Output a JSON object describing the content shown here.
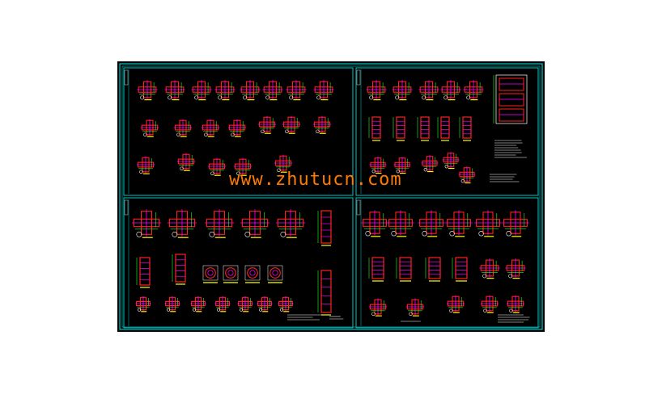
{
  "watermark": {
    "text": "www.zhutucn.com"
  },
  "colors": {
    "background": "#ffffff",
    "sheet": "#000000",
    "frame": "#00c8c8",
    "rebar": "#ff2020",
    "magenta": "#ff00ff",
    "green": "#20ff20",
    "yellow": "#ffff00",
    "white": "#ffffff",
    "watermark": "#ff7a00"
  },
  "sheets": [
    {
      "name": "panel-top-left"
    },
    {
      "name": "panel-top-right"
    },
    {
      "name": "panel-bottom-left"
    },
    {
      "name": "panel-bottom-right"
    }
  ]
}
